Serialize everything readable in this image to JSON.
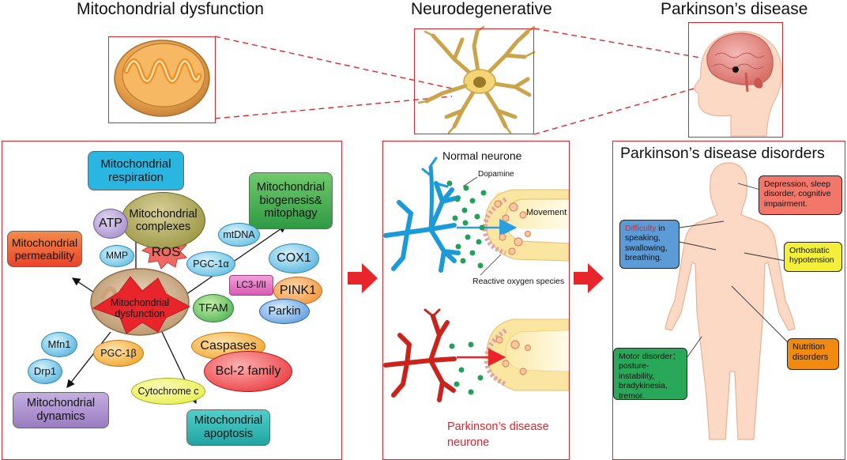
{
  "titles": {
    "mito_dysfunction": "Mitochondrial dysfunction",
    "neurodegenerative": "Neurodegenerative",
    "parkinsons_disease": "Parkinson’s disease"
  },
  "left_panel": {
    "center": "Mitochondrial dysfunction",
    "respiration": "Mitochondrial respiration",
    "complexes": "Mitochondrial complexes",
    "biogenesis": "Mitochondrial biogenesis& mitophagy",
    "permeability": "Mitochondrial permeability",
    "dynamics": "Mitochondrial dynamics",
    "apoptosis": "Mitochondrial apoptosis",
    "atp": "ATP",
    "mmp": "MMP",
    "ros": "ROS",
    "mtdna": "mtDNA",
    "pgc1a": "PGC-1α",
    "cox1": "COX1",
    "pink1": "PINK1",
    "lc3": "LC3-I/II",
    "tfam": "TFAM",
    "parkin": "Parkin",
    "caspases": "Caspases",
    "bcl2": "Bcl-2 family",
    "cytochrome": "Cytochrome c",
    "mfn1": "Mfn1",
    "drp1": "Drp1",
    "pgc1b": "PGC-1β"
  },
  "middle_panel": {
    "normal_neurone": "Normal neurone",
    "dopamine": "Dopamine",
    "movement": "Movement",
    "ros_label": "Reactive oxygen species",
    "pd_neurone_line1": "Parkinson’s disease",
    "pd_neurone_line2": "neurone"
  },
  "right_panel": {
    "title": "Parkinson’s disease disorders",
    "depression": "Depression, sleep disorder, cognitive impairment.",
    "difficulty_red": "Difficulty",
    "difficulty_rest": " in speaking, swallowing, breathing.",
    "orthostatic": "Orthostatic hypotension",
    "nutrition": "Nutrition disorders",
    "motor": "Motor disorder： posture-instability, bradykinesia, tremor."
  },
  "colors": {
    "frame": "#e0262b",
    "arrow_red": "#e8252b",
    "respiration": "#29b6e0",
    "complexes": "#7a9a2a",
    "biogenesis": "#3fae4a",
    "permeability": "#ef5a2b",
    "dynamics": "#a687c4",
    "apoptosis": "#26b3b0",
    "depression_box": "#f2776a",
    "difficulty_box": "#4f95d6",
    "orthostatic_box": "#f3ef3a",
    "nutrition_box": "#f08b10",
    "motor_box": "#2aa85a",
    "skin": "#fbd9c4"
  }
}
